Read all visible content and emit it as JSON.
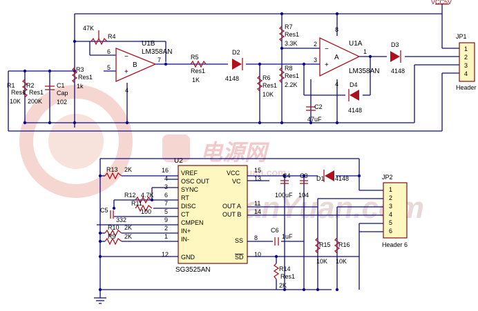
{
  "power": {
    "vcc": "VCC5V"
  },
  "watermark": {
    "cn": "电源网",
    "small": "DianYuan.com",
    "big": "DianYuan.com"
  },
  "opamp_b": {
    "ref": "U1B",
    "part": "LM358AN",
    "pin_inv": "6",
    "pin_noninv": "5",
    "pin_out": "7",
    "pin_gnd": "4",
    "minus": "−",
    "plus": "+",
    "letter": "B"
  },
  "opamp_a": {
    "ref": "U1A",
    "part": "LM358AN",
    "pin_inv": "2",
    "pin_noninv": "3",
    "pin_out": "1",
    "pin_gnd": "4",
    "pin_vcc": "8",
    "minus": "−",
    "plus": "+",
    "letter": "A"
  },
  "resistors": {
    "r1": {
      "ref": "R1",
      "type": "Res1",
      "value": "10K"
    },
    "r2": {
      "ref": "R2",
      "type": "Res1",
      "value": "200K"
    },
    "r3": {
      "ref": "R3",
      "type": "Res1",
      "value": "1k"
    },
    "r4": {
      "ref": "R4",
      "value": "47K"
    },
    "r5": {
      "ref": "R5",
      "type": "Res1",
      "value": "1K"
    },
    "r6": {
      "ref": "R6",
      "type": "Res1",
      "value": "10K"
    },
    "r7": {
      "ref": "R7",
      "type": "Res1",
      "value": "3.3K"
    },
    "r8": {
      "ref": "R8",
      "type": "Res1",
      "value": "2.2K"
    },
    "r9": {
      "ref": "R9",
      "value": "2K"
    },
    "r10": {
      "ref": "R10",
      "value": "2K"
    },
    "r11": {
      "ref": "R11",
      "value": "100"
    },
    "r12": {
      "ref": "R12",
      "value": "4.7K"
    },
    "r13": {
      "ref": "R13",
      "value": "2K"
    },
    "r14": {
      "ref": "R14",
      "type": "Res1",
      "value": "2K"
    },
    "r15": {
      "ref": "R15",
      "value": "10K"
    },
    "r16": {
      "ref": "R16",
      "value": "10K"
    }
  },
  "capacitors": {
    "c1": {
      "ref": "C1",
      "type": "Cap",
      "value": "102"
    },
    "c2": {
      "ref": "C2",
      "value": "47uF"
    },
    "c3": {
      "ref": "C3",
      "value": "104"
    },
    "c4": {
      "ref": "C4",
      "value": "100uF"
    },
    "c5": {
      "ref": "C5",
      "value": "332"
    },
    "c6": {
      "ref": "C6",
      "value": "1uF"
    }
  },
  "diodes": {
    "d1": {
      "ref": "D1",
      "value": "4148"
    },
    "d2": {
      "ref": "D2",
      "value": "4148"
    },
    "d3": {
      "ref": "D3",
      "value": "4148"
    },
    "d4": {
      "ref": "D4",
      "value": "4148"
    }
  },
  "jp1": {
    "ref": "JP1",
    "name": "Header",
    "pins": [
      "1",
      "2",
      "3",
      "4"
    ]
  },
  "jp2": {
    "ref": "JP2",
    "name": "Header 6",
    "pins": [
      "1",
      "2",
      "3",
      "4",
      "5",
      "6"
    ]
  },
  "u2": {
    "ref": "U2",
    "part": "SG3525AN",
    "left_pins": [
      {
        "num": "16",
        "name": "VREF"
      },
      {
        "num": "4",
        "name": "OSC OUT"
      },
      {
        "num": "3",
        "name": "SYNC"
      },
      {
        "num": "6",
        "name": "RT"
      },
      {
        "num": "7",
        "name": "DISC"
      },
      {
        "num": "5",
        "name": "CT"
      },
      {
        "num": "9",
        "name": "CMPEN"
      },
      {
        "num": "2",
        "name": "IN+"
      },
      {
        "num": "1",
        "name": "IN-"
      },
      {
        "num": "12",
        "name": "GND"
      }
    ],
    "right_pins": [
      {
        "num": "15",
        "name": "VCC"
      },
      {
        "num": "13",
        "name": "VC"
      },
      {
        "num": "11",
        "name": "OUT A"
      },
      {
        "num": "14",
        "name": "OUT B"
      },
      {
        "num": "8",
        "name": "SS"
      },
      {
        "num": "10",
        "name": "SD"
      }
    ]
  }
}
